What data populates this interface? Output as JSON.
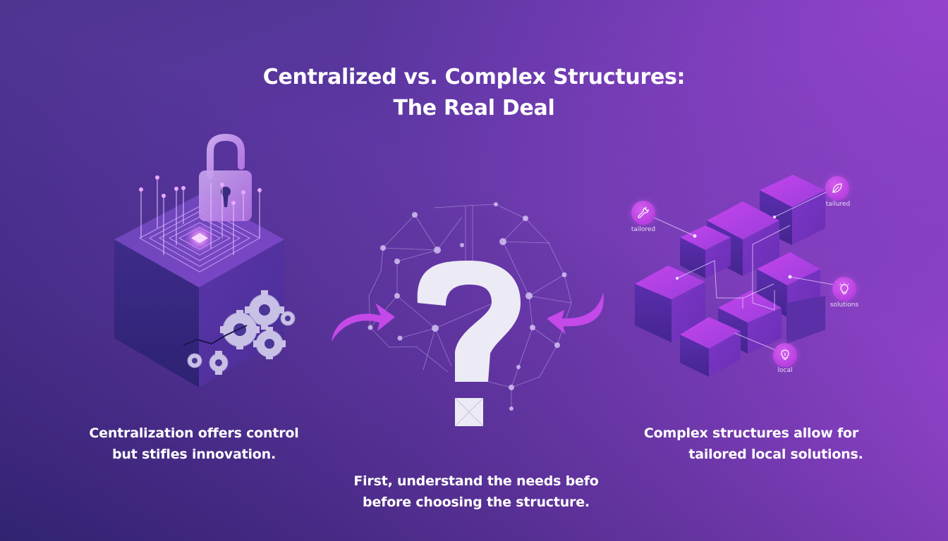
{
  "title": {
    "line1": "Centralized vs. Complex Structures:",
    "line2": "The Real Deal"
  },
  "panels": {
    "left": {
      "illustration": "cube-with-unlocked-padlock-and-gears",
      "caption_line1": "Centralization offers control",
      "caption_line2": "but stifles innovation."
    },
    "center": {
      "illustration": "question-mark-on-network-brain-with-arrows",
      "caption_line1": "First, understand the needs befo",
      "caption_line2": "before choosing the structure."
    },
    "right": {
      "illustration": "isometric-cube-cluster-with-callouts",
      "caption_line1": "Complex structures allow for",
      "caption_line2": "tailored local solutions.",
      "callouts": [
        {
          "icon": "wrench-icon",
          "label": "tailored"
        },
        {
          "icon": "leaf-icon",
          "label": "tailured"
        },
        {
          "icon": "lightbulb-icon",
          "label": "solutions"
        },
        {
          "icon": "lightbulb-icon",
          "label": "local"
        }
      ]
    }
  },
  "colors": {
    "bg_top_left": "#4e3590",
    "bg_top_right": "#b34ae3",
    "bg_bottom_left": "#26206a",
    "bg_bottom_right": "#6b3aa8",
    "accent_magenta": "#c04ae8",
    "text": "#ffffff"
  }
}
